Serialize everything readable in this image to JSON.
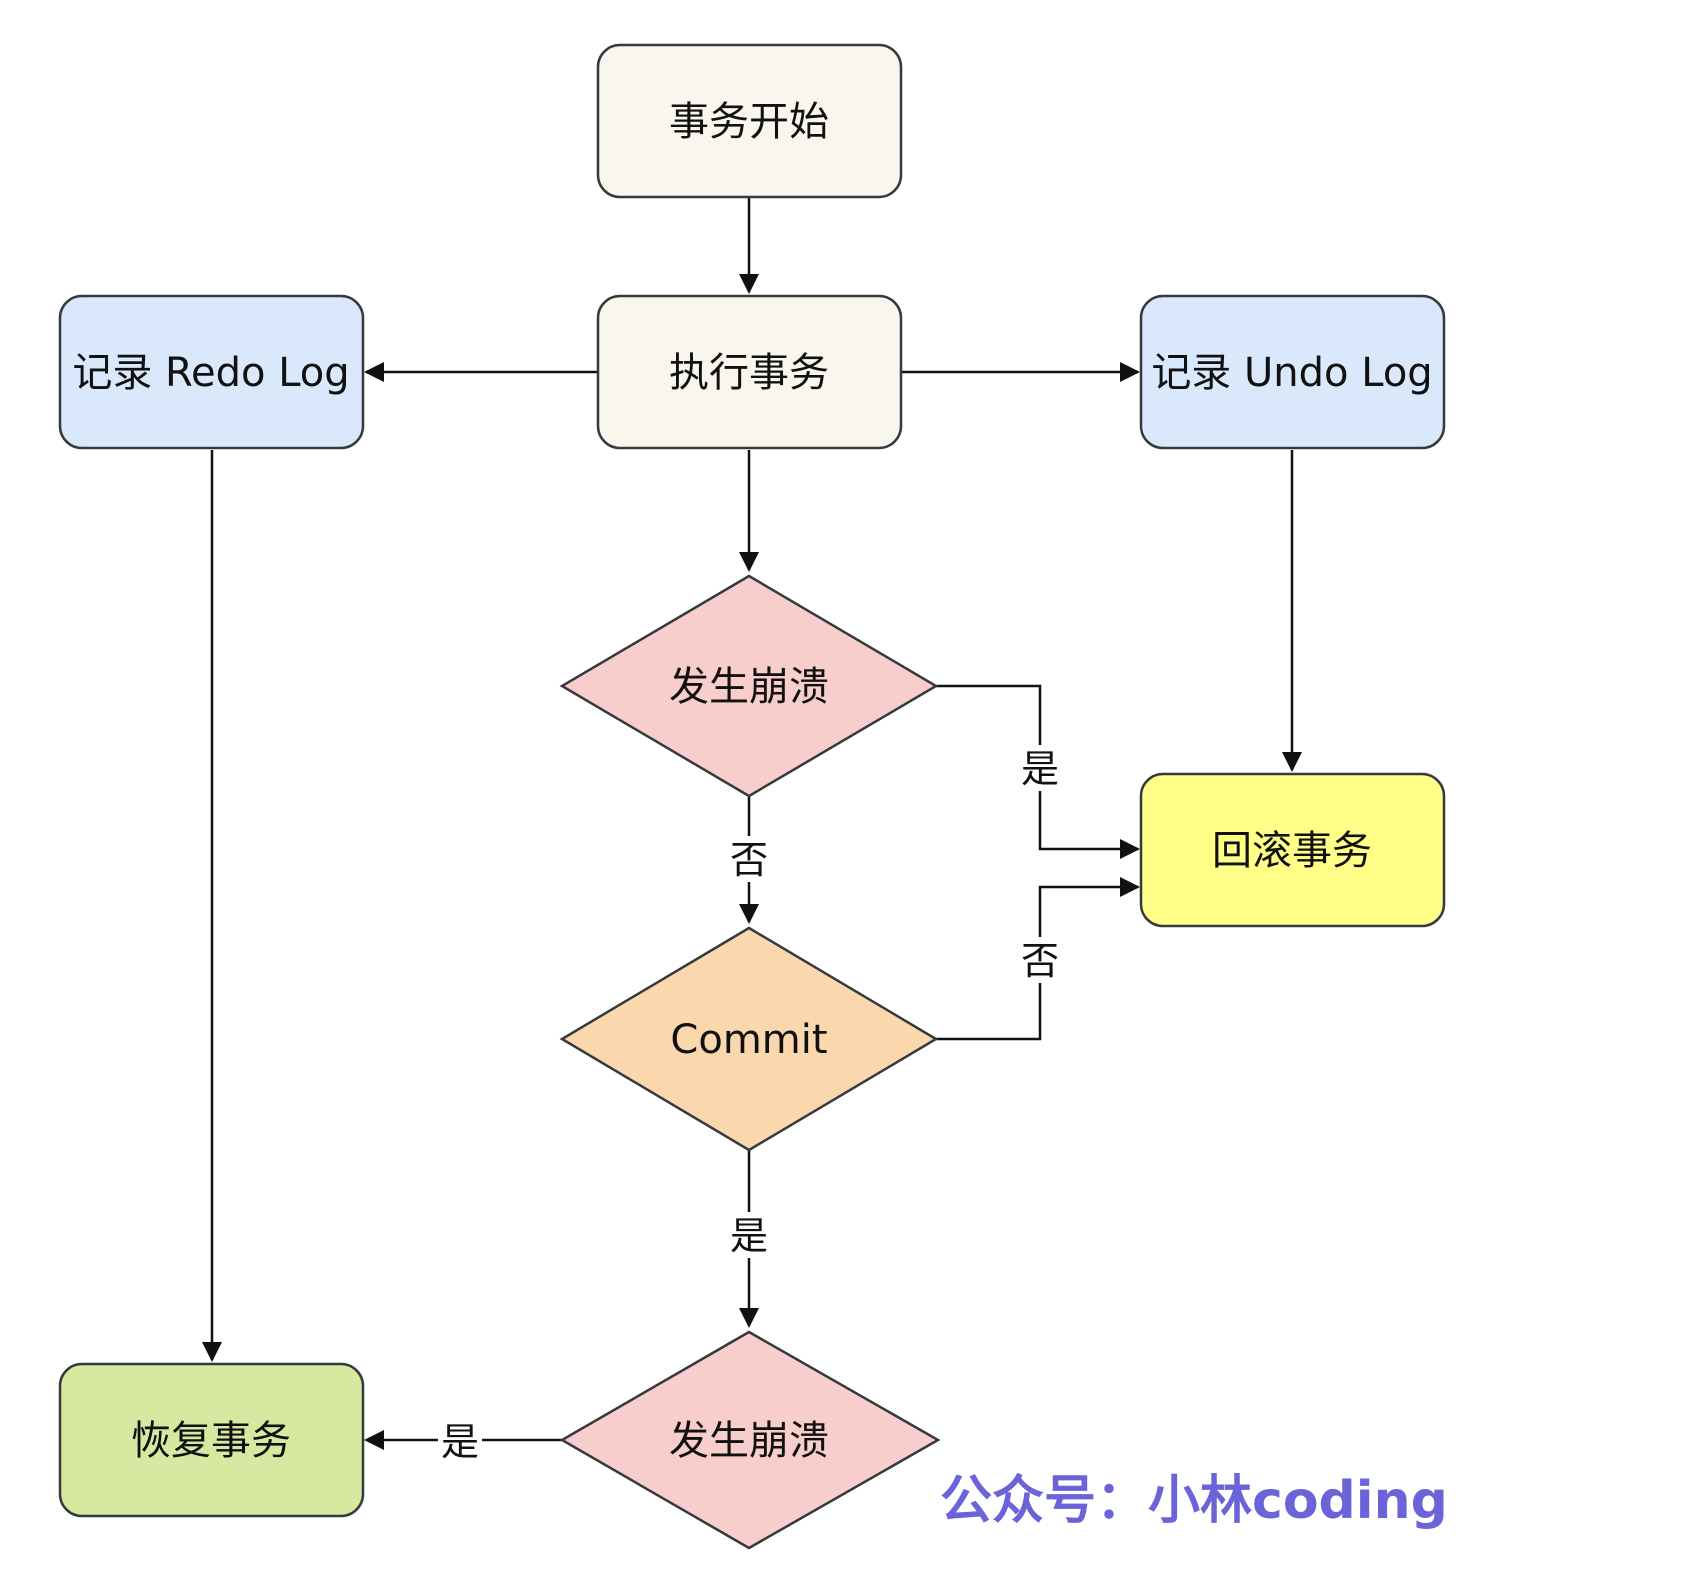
{
  "nodes": {
    "start": {
      "label": "事务开始",
      "fill": "#f9f7ed",
      "stroke": "#36393d"
    },
    "execute": {
      "label": "执行事务",
      "fill": "#f9f7ed",
      "stroke": "#36393d"
    },
    "redo_log": {
      "label": "记录 Redo Log",
      "fill": "#dae8fc",
      "stroke": "#36393d"
    },
    "undo_log": {
      "label": "记录 Undo Log",
      "fill": "#dae8fc",
      "stroke": "#36393d"
    },
    "crash1": {
      "label": "发生崩溃",
      "fill": "#f8cecc",
      "stroke": "#36393d"
    },
    "rollback": {
      "label": "回滚事务",
      "fill": "#ffff88",
      "stroke": "#36393d"
    },
    "commit": {
      "label": "Commit",
      "fill": "#fad7ac",
      "stroke": "#36393d"
    },
    "crash2": {
      "label": "发生崩溃",
      "fill": "#f8cecc",
      "stroke": "#36393d"
    },
    "recover": {
      "label": "恢复事务",
      "fill": "#d7e9a0",
      "stroke": "#36393d"
    }
  },
  "edge_labels": {
    "crash1_yes": "是",
    "crash1_no": "否",
    "commit_no": "否",
    "commit_yes": "是",
    "crash2_yes": "是"
  },
  "watermark": {
    "text": "公众号：小林coding",
    "color": "#6a64d8"
  }
}
